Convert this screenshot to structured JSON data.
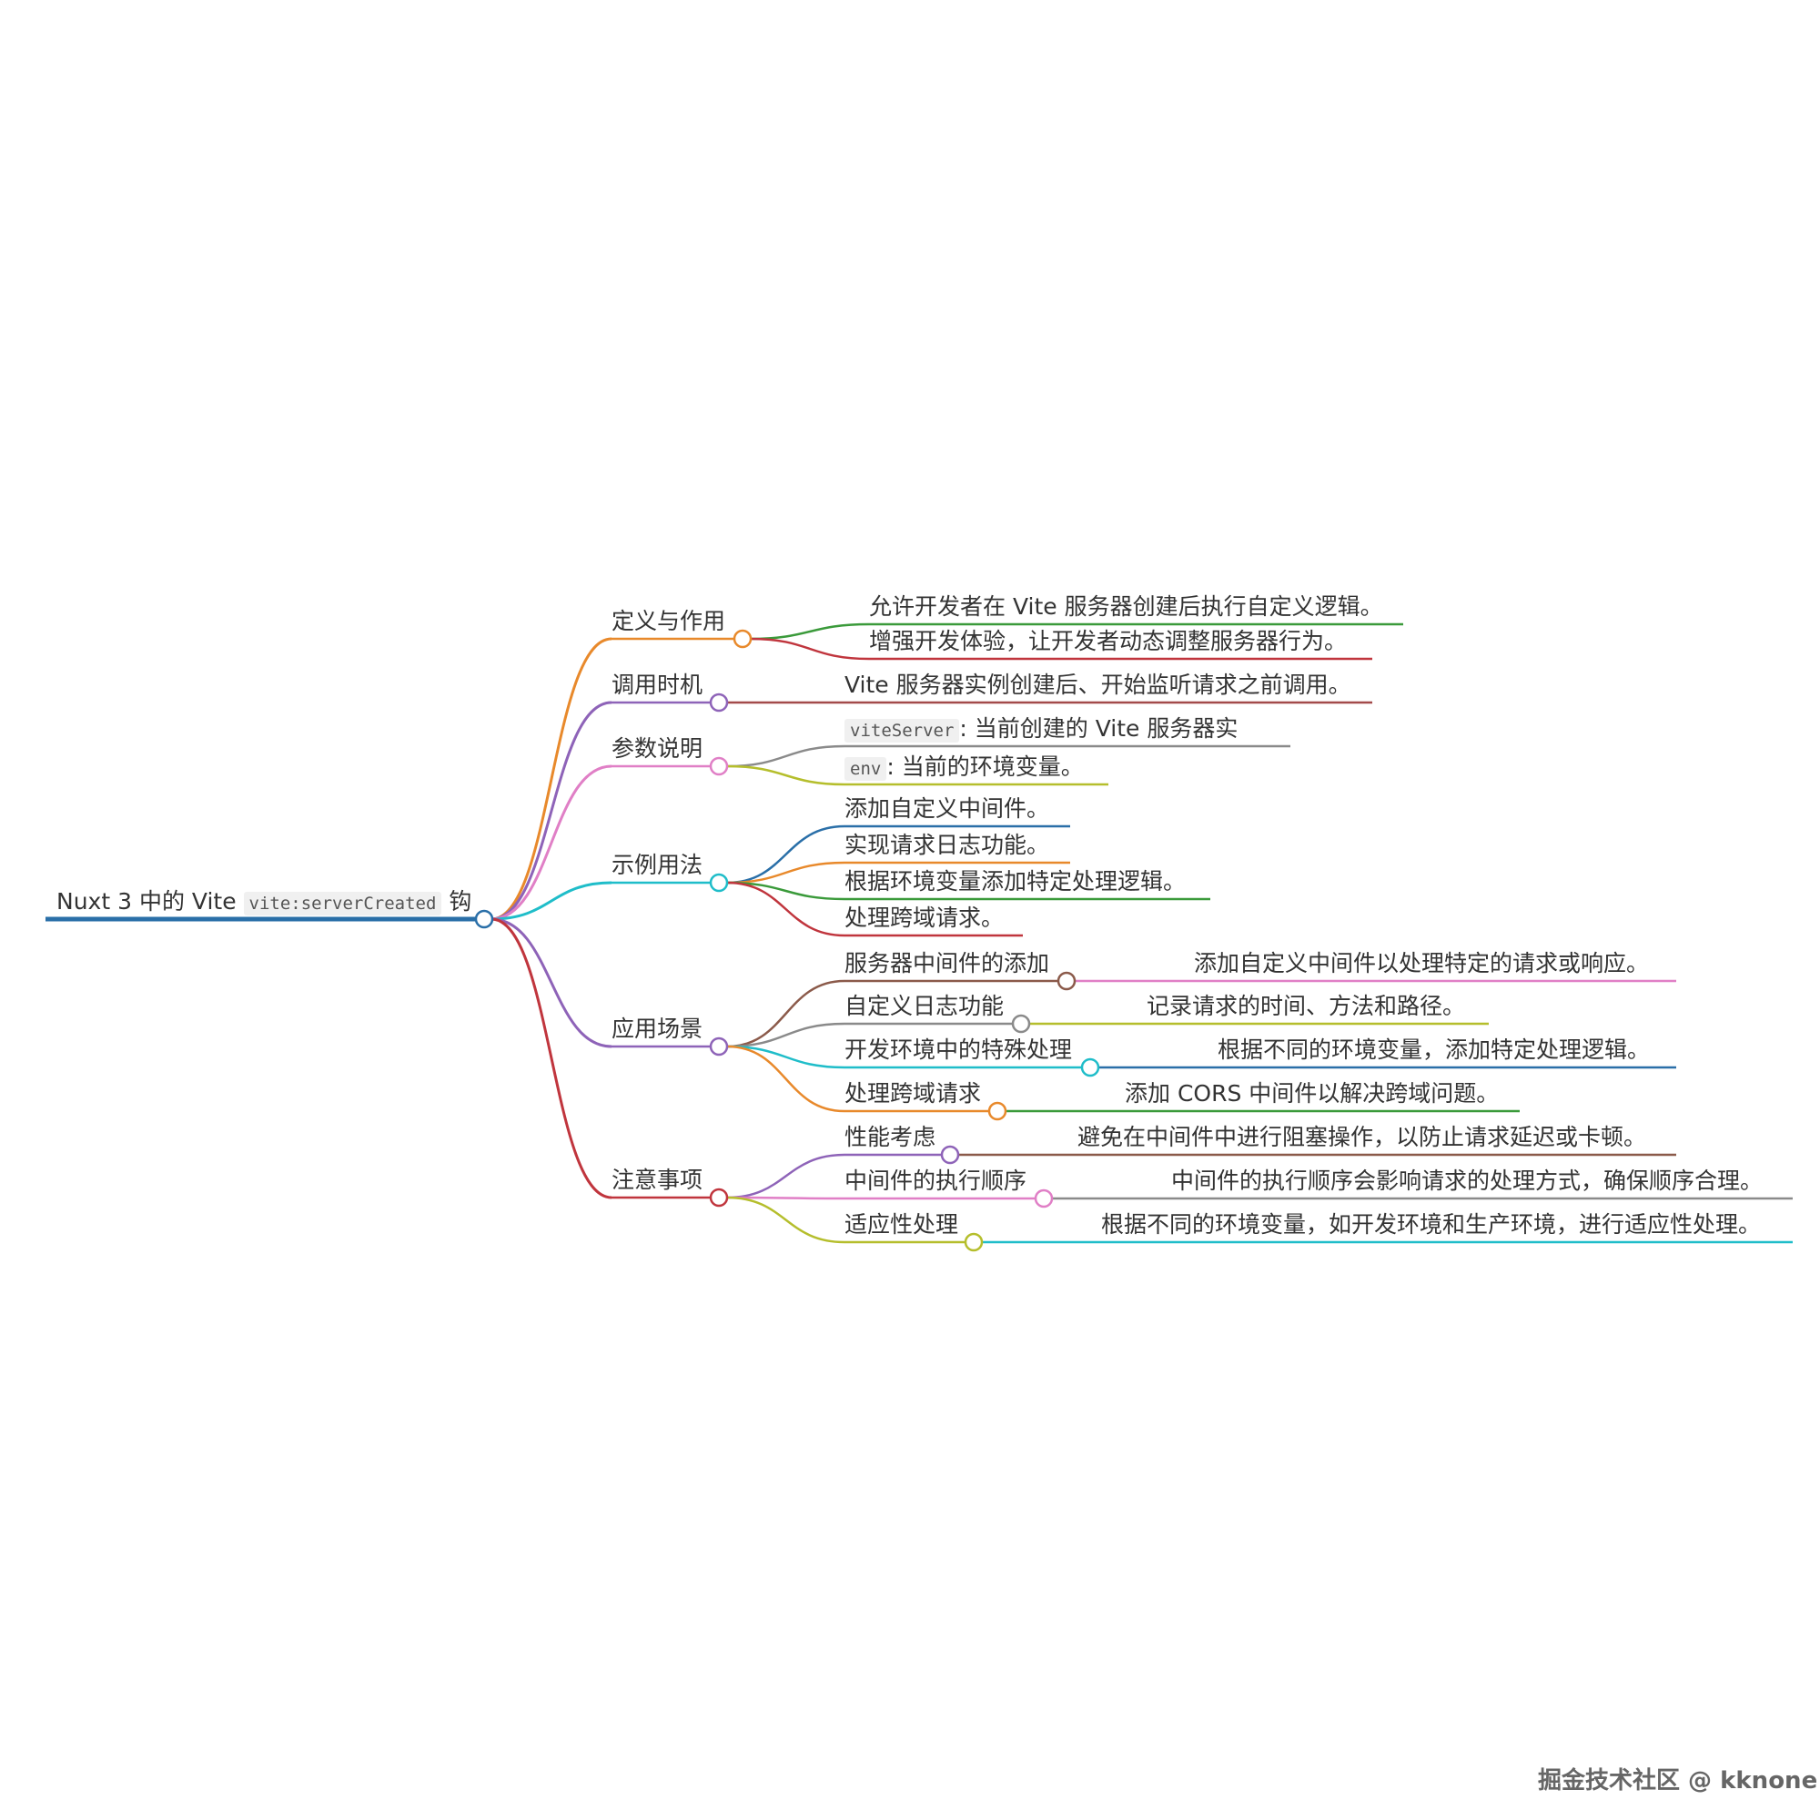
{
  "root": {
    "prefix": "Nuxt 3 中的 Vite",
    "code": "vite:serverCreated",
    "suffix": "钩",
    "color": "#2a6fa8"
  },
  "branches": [
    {
      "label": "定义与作用",
      "color": "#e8892b",
      "children": [
        {
          "text": "允许开发者在 Vite 服务器创建后执行自定义逻辑。",
          "color": "#3a9a3a"
        },
        {
          "text": "增强开发体验，让开发者动态调整服务器行为。",
          "color": "#c0353d"
        }
      ]
    },
    {
      "label": "调用时机",
      "color": "#8e63b8",
      "children": [
        {
          "text": "Vite 服务器实例创建后、开始监听请求之前调用。",
          "color": "#a34a4a"
        }
      ]
    },
    {
      "label": "参数说明",
      "color": "#e07fc6",
      "children": [
        {
          "code": "viteServer",
          "text": ": 当前创建的 Vite 服务器实",
          "color": "#8a8a8a"
        },
        {
          "code": "env",
          "text": ": 当前的环境变量。",
          "color": "#b5be2c"
        }
      ]
    },
    {
      "label": "示例用法",
      "color": "#1fbdc9",
      "children": [
        {
          "text": "添加自定义中间件。",
          "color": "#2a6fa8"
        },
        {
          "text": "实现请求日志功能。",
          "color": "#e8892b"
        },
        {
          "text": "根据环境变量添加特定处理逻辑。",
          "color": "#3a9a3a"
        },
        {
          "text": "处理跨域请求。",
          "color": "#c0353d"
        }
      ]
    },
    {
      "label": "应用场景",
      "color": "#8e63b8",
      "children": [
        {
          "text": "服务器中间件的添加",
          "color": "#8b5a4a",
          "detail": "添加自定义中间件以处理特定的请求或响应。",
          "detail_color": "#e07fc6"
        },
        {
          "text": "自定义日志功能",
          "color": "#8a8a8a",
          "detail": "记录请求的时间、方法和路径。",
          "detail_color": "#b5be2c"
        },
        {
          "text": "开发环境中的特殊处理",
          "color": "#1fbdc9",
          "detail": "根据不同的环境变量，添加特定处理逻辑。",
          "detail_color": "#2a6fa8"
        },
        {
          "text": "处理跨域请求",
          "color": "#e8892b",
          "detail": "添加 CORS 中间件以解决跨域问题。",
          "detail_color": "#3a9a3a"
        }
      ]
    },
    {
      "label": "注意事项",
      "color": "#c0353d",
      "children": [
        {
          "text": "性能考虑",
          "color": "#8e63b8",
          "detail": "避免在中间件中进行阻塞操作，以防止请求延迟或卡顿。",
          "detail_color": "#8b5a4a"
        },
        {
          "text": "中间件的执行顺序",
          "color": "#e07fc6",
          "detail": "中间件的执行顺序会影响请求的处理方式，确保顺序合理。",
          "detail_color": "#8a8a8a"
        },
        {
          "text": "适应性处理",
          "color": "#b5be2c",
          "detail": "根据不同的环境变量，如开发环境和生产环境，进行适应性处理。",
          "detail_color": "#1fbdc9"
        }
      ]
    }
  ],
  "watermark": "掘金技术社区 @ kknone"
}
